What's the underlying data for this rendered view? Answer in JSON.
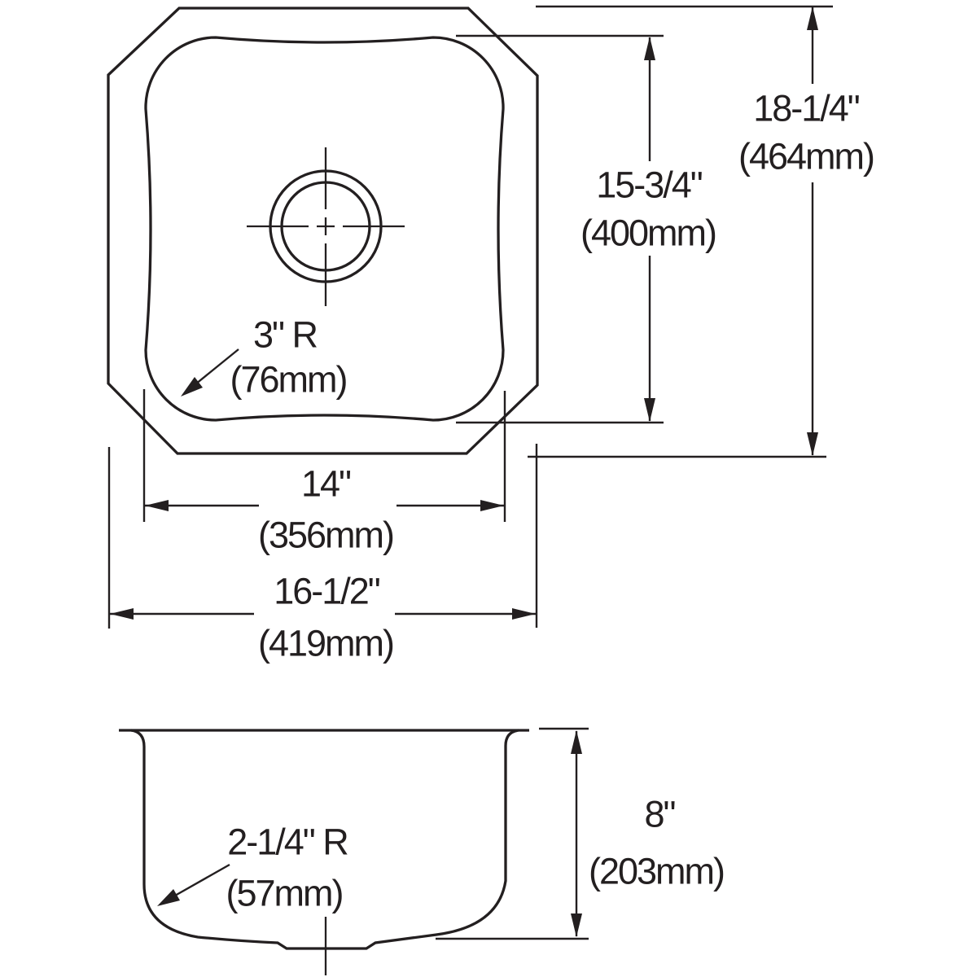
{
  "page": {
    "background": "#ffffff",
    "line_color": "#231f20",
    "description": "Undermount single-bowl sink dimension drawing, top view and side section view"
  },
  "top_view": {
    "dim_bowl_height": {
      "inches": "15-3/4\"",
      "mm": "(400mm)"
    },
    "dim_overall_height": {
      "inches": "18-1/4\"",
      "mm": "(464mm)"
    },
    "dim_bowl_width": {
      "inches": "14\"",
      "mm": "(356mm)"
    },
    "dim_overall_width": {
      "inches": "16-1/2\"",
      "mm": "(419mm)"
    },
    "corner_radius": {
      "label": "3\" R",
      "mm": "(76mm)"
    }
  },
  "side_view": {
    "dim_depth": {
      "inches": "8\"",
      "mm": "(203mm)"
    },
    "bottom_radius": {
      "label": "2-1/4\" R",
      "mm": "(57mm)"
    }
  }
}
